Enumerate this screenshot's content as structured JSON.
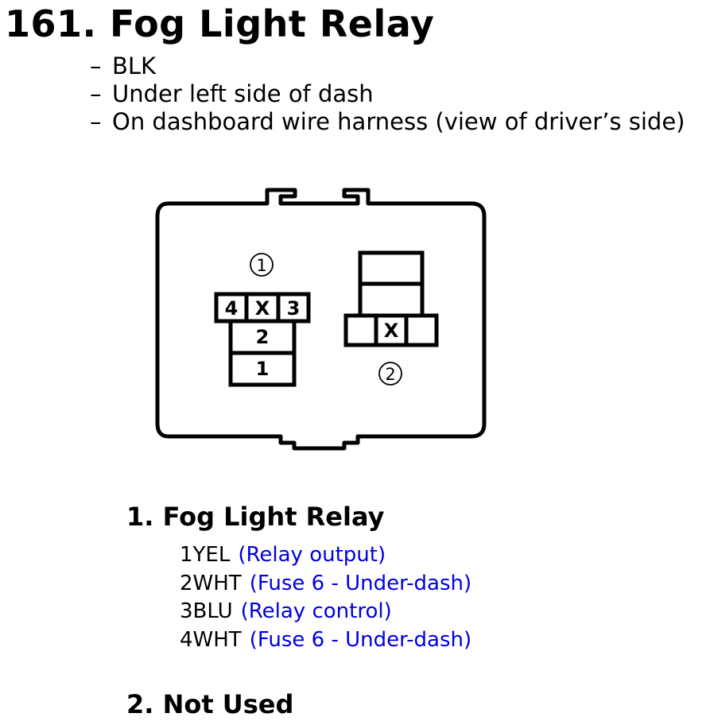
{
  "title": "161. Fog Light Relay",
  "notes": [
    "BLK",
    "Under left side of dash",
    "On dashboard wire harness (view of driver’s side)"
  ],
  "diagram": {
    "connector1_marker": "①",
    "connector2_marker": "②",
    "connector1_cavities": {
      "top_left": "4",
      "top_middle": "X",
      "top_right": "3",
      "middle": "2",
      "bottom": "1"
    },
    "connector2_cavity": "X"
  },
  "connector1": {
    "heading": "1. Fog Light Relay",
    "pins": [
      {
        "pin": "1YEL",
        "desc": "(Relay output)"
      },
      {
        "pin": "2WHT",
        "desc": "(Fuse 6 - Under-dash)"
      },
      {
        "pin": "3BLU",
        "desc": "(Relay control)"
      },
      {
        "pin": "4WHT",
        "desc": "(Fuse 6 - Under-dash)"
      }
    ]
  },
  "connector2": {
    "heading": "2. Not Used"
  },
  "colors": {
    "text": "#000000",
    "pin_description": "#0000e0"
  }
}
